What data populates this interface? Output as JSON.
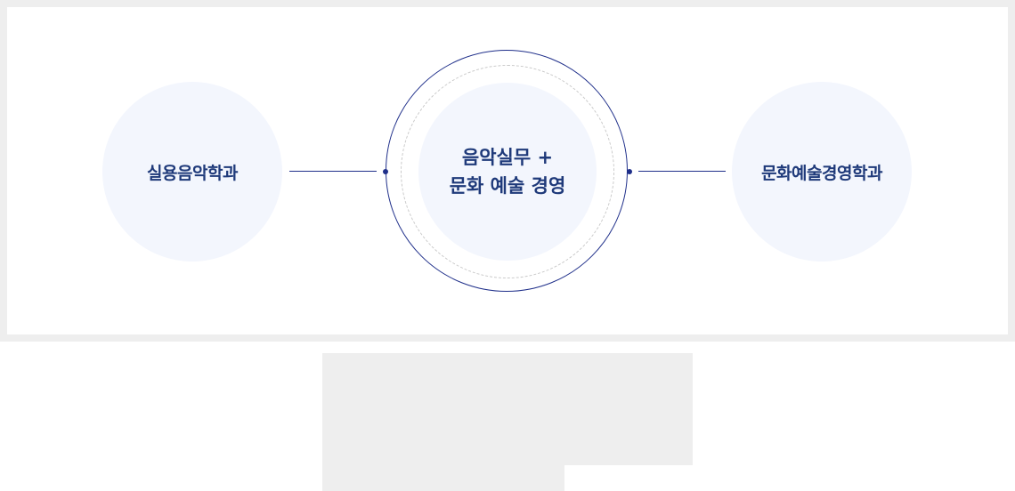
{
  "diagram": {
    "left_node": {
      "label": "실용음악학과"
    },
    "center_node": {
      "line1": "음악실무 +",
      "line2": "문화 예술 경영"
    },
    "right_node": {
      "label": "문화예술경영학과"
    }
  },
  "colors": {
    "navy": "#1f2f8a",
    "text": "#1f3a7a",
    "circle_fill": "#f3f6fd",
    "frame": "#eeeeee",
    "dashed_ring": "#c9c9c9"
  }
}
